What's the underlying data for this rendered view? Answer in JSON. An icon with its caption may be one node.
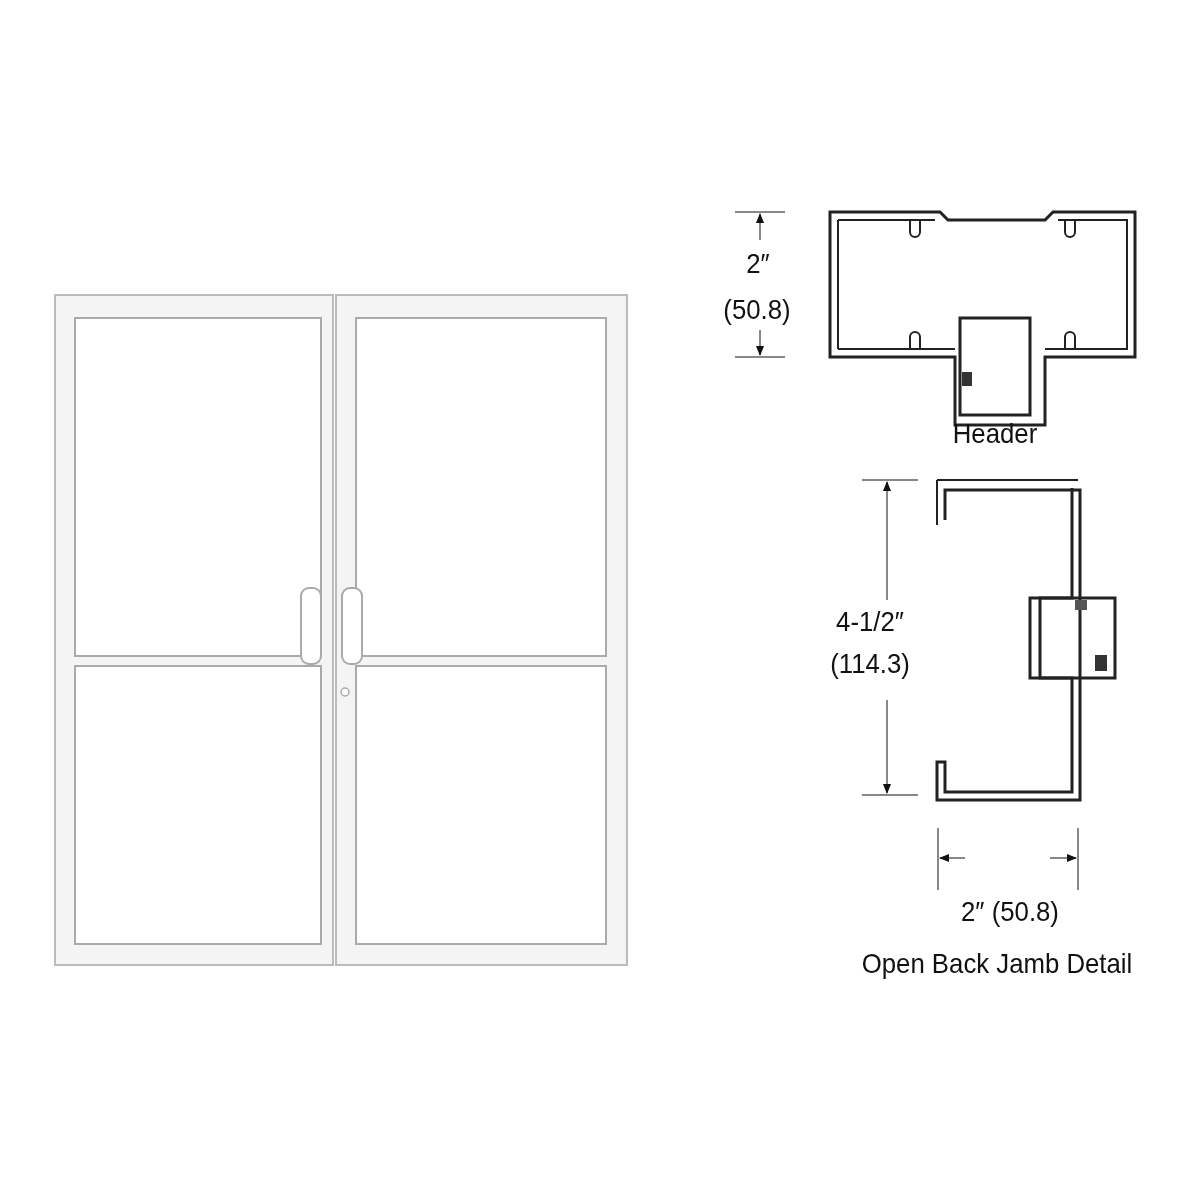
{
  "diagram": {
    "labels": [
      "2″",
      "(50.8)",
      "Header",
      "4-1/2″",
      "(114.3)",
      "2″ (50.8)",
      "Open Back Jamb Detail"
    ]
  }
}
